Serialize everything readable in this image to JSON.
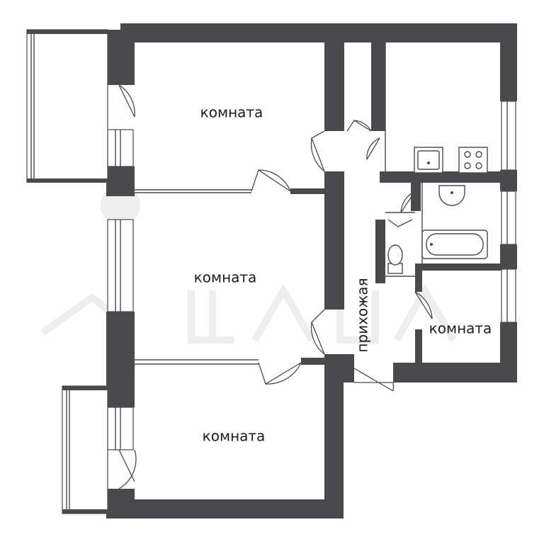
{
  "rooms": {
    "top_left": "комната",
    "middle_left": "комната",
    "bottom_left": "комната",
    "right_small": "комната",
    "hallway": "прихожая"
  },
  "colors": {
    "wall": "#4a4a4c",
    "background": "#ffffff"
  }
}
